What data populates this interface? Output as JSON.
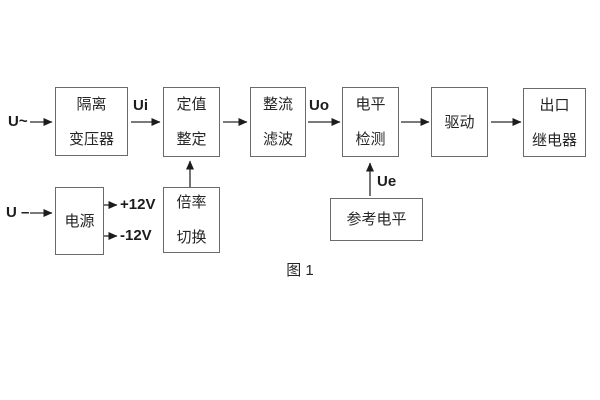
{
  "figure": {
    "caption": "图 1",
    "colors": {
      "background": "#ffffff",
      "block_border": "#6a6a6a",
      "text": "#262626",
      "connector": "#2b2b2b"
    },
    "io_labels": {
      "ac_input": "U~",
      "dc_input": "U –",
      "ui": "Ui",
      "uo": "Uo",
      "ue": "Ue",
      "plus12": "+12V",
      "minus12": "-12V"
    },
    "blocks": {
      "isolation_transformer": {
        "line1": "隔离",
        "line2": "变压器"
      },
      "setting_adjust": {
        "line1": "定值",
        "line2": "整定"
      },
      "rectify_filter": {
        "line1": "整流",
        "line2": "滤波"
      },
      "level_detect": {
        "line1": "电平",
        "line2": "检测"
      },
      "drive": {
        "line1": "驱动"
      },
      "output_relay": {
        "line1": "出口",
        "line2": "继电器"
      },
      "power": {
        "line1": "电源"
      },
      "rate_switch": {
        "line1": "倍率",
        "line2": "切换"
      },
      "reference_level": {
        "line1": "参考电平"
      }
    }
  }
}
